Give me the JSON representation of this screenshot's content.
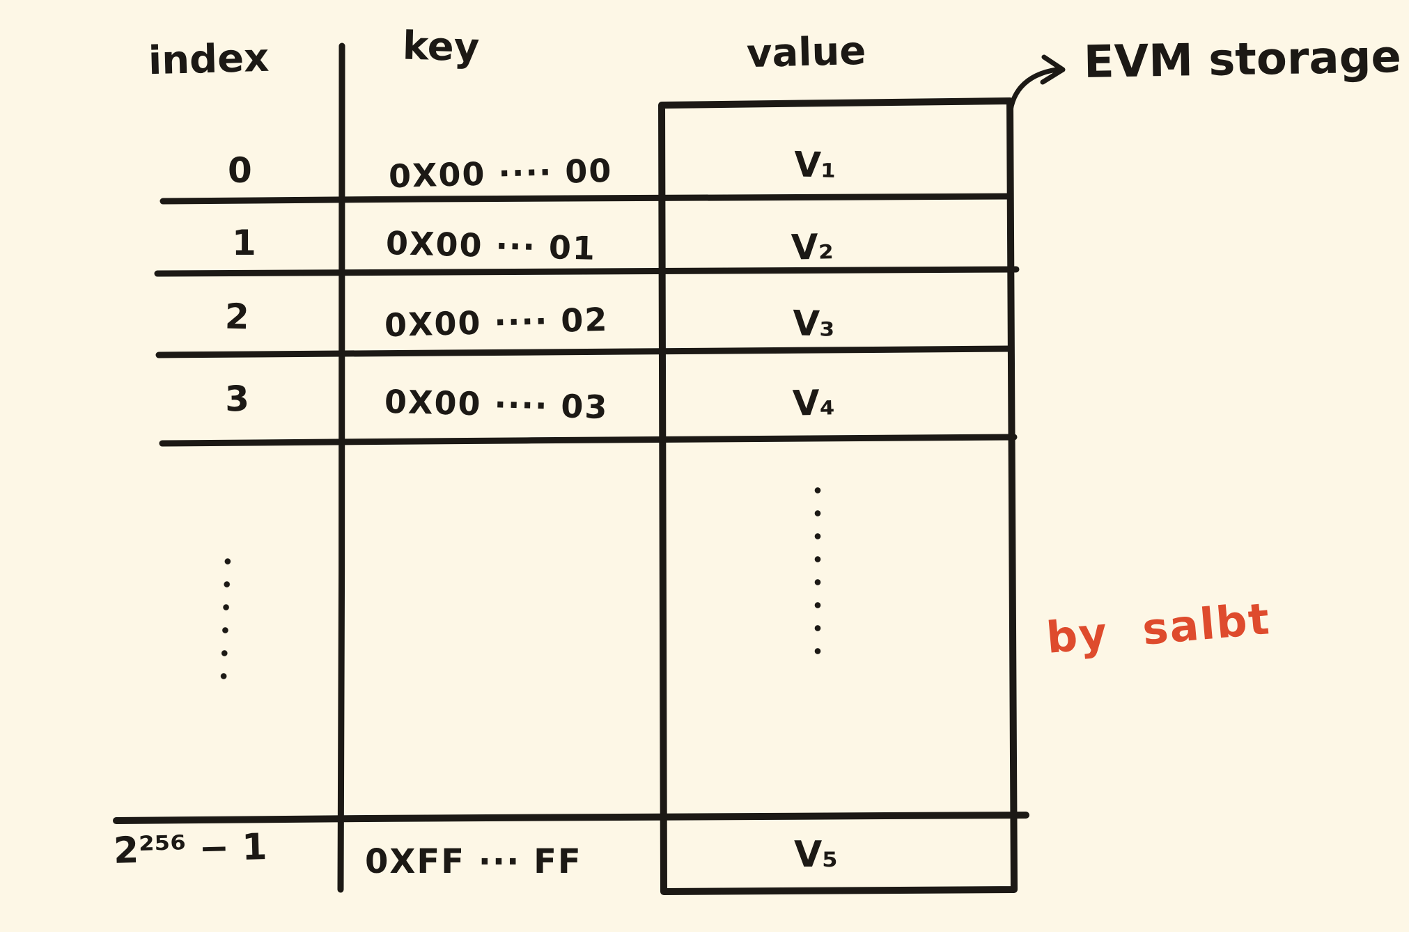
{
  "annotation": {
    "text": "EVM storage"
  },
  "credit": {
    "text": "by salbt"
  },
  "colors": {
    "background": "#FDF7E6",
    "ink": "#1C1915",
    "accent": "#DE4B2D"
  },
  "table": {
    "headers": {
      "index": "index",
      "key": "key",
      "value": "value"
    },
    "rows": [
      {
        "index": "0",
        "key": "0X00 ···· 00",
        "value": "V₁"
      },
      {
        "index": "1",
        "key": "0X00 ··· 01",
        "value": "V₂"
      },
      {
        "index": "2",
        "key": "0X00 ···· 02",
        "value": "V₃"
      },
      {
        "index": "3",
        "key": "0X00 ···· 03",
        "value": "V₄"
      },
      {
        "index": "⋮",
        "key": "",
        "value": "⋮"
      },
      {
        "index": "2²⁵⁶ − 1",
        "key": "0XFF ··· FF",
        "value": "V₅"
      }
    ]
  }
}
